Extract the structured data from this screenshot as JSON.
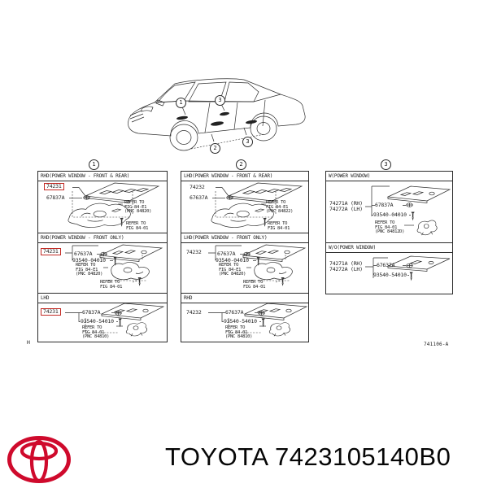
{
  "footer": {
    "text": "TOYOTA 7423105140B0"
  },
  "meta": {
    "margin_letter": "H",
    "drawing_number": "741106-A"
  },
  "colors": {
    "highlight": "#c22a24",
    "logo_red": "#cf0a2c"
  },
  "group_callouts": [
    "1",
    "2",
    "3"
  ],
  "car_callouts": [
    "1",
    "3",
    "2",
    "3"
  ],
  "panels": [
    {
      "header": "RHD(POWER WINDOW - FRONT & REAR)",
      "main": "74231",
      "highlighted": true,
      "clip": "67837A",
      "ref1": "REFER TO\nFIG 84-E1\n(PNC 84820)",
      "ref2": "REFER TO\nFIG 84-01"
    },
    {
      "header": "RHD(POWER WINDOW - FRONT ONLY)",
      "main": "74231",
      "highlighted": true,
      "clip": "67637A",
      "screw": "93540-04010",
      "ref1": "REFER TO\nFIG 84-E1\n(PNC 84820)",
      "ref2": "REFER TO\nFIG 84-01"
    },
    {
      "header": "LHD",
      "main": "74231",
      "highlighted": true,
      "clip": "67837A",
      "screw": "93540-54010",
      "ref1": "REFER TO\nFIG 84-01\n(PNC 84810)"
    },
    {
      "header": "LHD(POWER WINDOW - FRONT & REAR)",
      "main": "74232",
      "highlighted": false,
      "clip": "67637A",
      "ref1": "REFER TO\nFIG 84-E1\n(PNC 84822)",
      "ref2": "REFER TO\nFIG 84-01"
    },
    {
      "header": "LHD(POWER WINDOW - FRONT ONLY)",
      "main": "74232",
      "highlighted": false,
      "clip": "67637A",
      "screw": "93540-04010",
      "ref1": "REFER TO\nFIG 84-E1\n(PNC 84820)",
      "ref2": "REFER TO\nFIG 84-01"
    },
    {
      "header": "RHD",
      "main": "74232",
      "highlighted": false,
      "clip": "67637A",
      "screw": "93540-54010",
      "ref1": "REFER TO\nFIG 84-01\n(PNC 84810)"
    },
    {
      "header": "W(POWER WINDOW)",
      "main": "74271A (RH)\n74272A (LH)",
      "highlighted": false,
      "clip": "67837A",
      "screw": "93540-04010",
      "ref1": "REFER TO\nFIG 84-01\n(PNC 84812D)"
    },
    {
      "header": "W/O(POWER WINDOW)",
      "main": "74271A (RH)\n74272A (LH)",
      "highlighted": false,
      "clip": "67637A",
      "screw": "93540-54010"
    }
  ]
}
